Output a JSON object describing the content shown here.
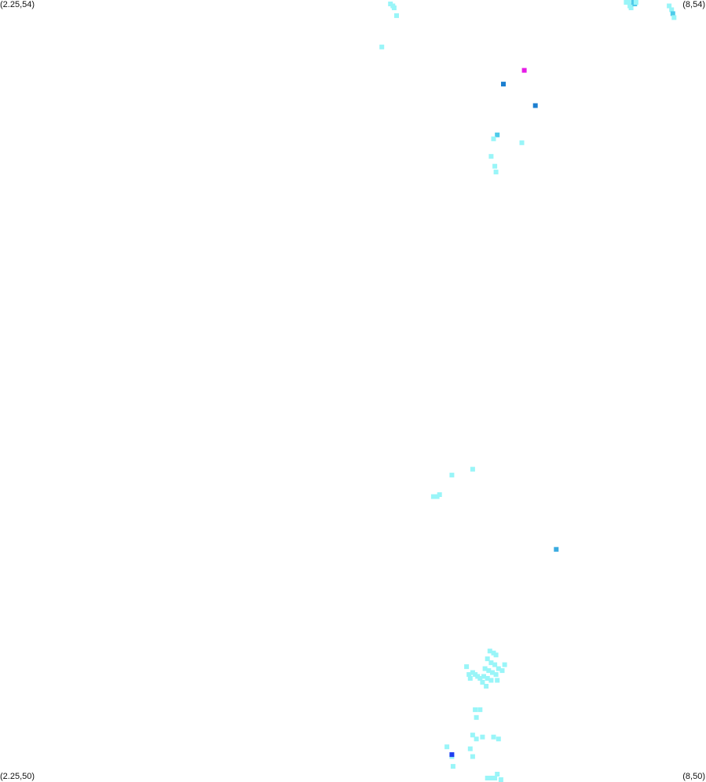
{
  "corners": {
    "top_left": "(2.25,54)",
    "top_right": "(8,54)",
    "bottom_left": "(2.25,50)",
    "bottom_right": "(8,50)"
  },
  "chart_data": {
    "type": "scatter",
    "xlim": [
      2.25,
      8
    ],
    "ylim": [
      50,
      54
    ],
    "grid": false,
    "colors": {
      "light": "#99f5f8",
      "medium": "#4ecbea",
      "mid_blue": "#3aabe0",
      "blue": "#1c7fd0",
      "dark_blue": "#1e3ff0",
      "magenta": "#e61ce6"
    },
    "points": [
      {
        "x": 5.43,
        "y": 53.98,
        "c": "light"
      },
      {
        "x": 5.45,
        "y": 53.97,
        "c": "light"
      },
      {
        "x": 5.46,
        "y": 53.96,
        "c": "light"
      },
      {
        "x": 5.48,
        "y": 53.92,
        "c": "light"
      },
      {
        "x": 5.36,
        "y": 53.76,
        "c": "light"
      },
      {
        "x": 7.35,
        "y": 53.99,
        "c": "light"
      },
      {
        "x": 7.37,
        "y": 53.99,
        "c": "light"
      },
      {
        "x": 7.38,
        "y": 53.97,
        "c": "light"
      },
      {
        "x": 7.39,
        "y": 53.96,
        "c": "light"
      },
      {
        "x": 7.41,
        "y": 53.99,
        "c": "medium"
      },
      {
        "x": 7.42,
        "y": 53.98,
        "c": "medium"
      },
      {
        "x": 7.43,
        "y": 53.99,
        "c": "light"
      },
      {
        "x": 7.7,
        "y": 53.97,
        "c": "light"
      },
      {
        "x": 7.72,
        "y": 53.95,
        "c": "light"
      },
      {
        "x": 7.73,
        "y": 53.93,
        "c": "medium"
      },
      {
        "x": 7.74,
        "y": 53.91,
        "c": "light"
      },
      {
        "x": 6.52,
        "y": 53.64,
        "c": "magenta"
      },
      {
        "x": 6.35,
        "y": 53.57,
        "c": "blue"
      },
      {
        "x": 6.61,
        "y": 53.46,
        "c": "blue"
      },
      {
        "x": 6.3,
        "y": 53.31,
        "c": "medium"
      },
      {
        "x": 6.27,
        "y": 53.29,
        "c": "light"
      },
      {
        "x": 6.5,
        "y": 53.27,
        "c": "light"
      },
      {
        "x": 6.25,
        "y": 53.2,
        "c": "light"
      },
      {
        "x": 6.28,
        "y": 53.15,
        "c": "light"
      },
      {
        "x": 6.29,
        "y": 53.12,
        "c": "light"
      },
      {
        "x": 5.93,
        "y": 51.57,
        "c": "light"
      },
      {
        "x": 6.1,
        "y": 51.6,
        "c": "light"
      },
      {
        "x": 5.78,
        "y": 51.46,
        "c": "light"
      },
      {
        "x": 5.81,
        "y": 51.46,
        "c": "light"
      },
      {
        "x": 5.83,
        "y": 51.47,
        "c": "light"
      },
      {
        "x": 6.78,
        "y": 51.19,
        "c": "mid_blue"
      },
      {
        "x": 6.24,
        "y": 50.67,
        "c": "light"
      },
      {
        "x": 6.27,
        "y": 50.66,
        "c": "light"
      },
      {
        "x": 6.29,
        "y": 50.65,
        "c": "light"
      },
      {
        "x": 6.22,
        "y": 50.63,
        "c": "light"
      },
      {
        "x": 6.25,
        "y": 50.61,
        "c": "light"
      },
      {
        "x": 6.28,
        "y": 50.6,
        "c": "light"
      },
      {
        "x": 6.2,
        "y": 50.58,
        "c": "light"
      },
      {
        "x": 6.23,
        "y": 50.57,
        "c": "light"
      },
      {
        "x": 6.26,
        "y": 50.56,
        "c": "light"
      },
      {
        "x": 6.29,
        "y": 50.55,
        "c": "light"
      },
      {
        "x": 6.31,
        "y": 50.58,
        "c": "light"
      },
      {
        "x": 6.19,
        "y": 50.54,
        "c": "light"
      },
      {
        "x": 6.22,
        "y": 50.53,
        "c": "light"
      },
      {
        "x": 6.25,
        "y": 50.52,
        "c": "light"
      },
      {
        "x": 6.34,
        "y": 50.57,
        "c": "light"
      },
      {
        "x": 6.36,
        "y": 50.6,
        "c": "light"
      },
      {
        "x": 6.05,
        "y": 50.59,
        "c": "light"
      },
      {
        "x": 6.07,
        "y": 50.55,
        "c": "light"
      },
      {
        "x": 6.1,
        "y": 50.56,
        "c": "light"
      },
      {
        "x": 6.12,
        "y": 50.55,
        "c": "light"
      },
      {
        "x": 6.14,
        "y": 50.54,
        "c": "light"
      },
      {
        "x": 6.16,
        "y": 50.53,
        "c": "light"
      },
      {
        "x": 6.08,
        "y": 50.53,
        "c": "light"
      },
      {
        "x": 6.18,
        "y": 50.51,
        "c": "light"
      },
      {
        "x": 6.3,
        "y": 50.52,
        "c": "light"
      },
      {
        "x": 6.21,
        "y": 50.49,
        "c": "light"
      },
      {
        "x": 6.12,
        "y": 50.37,
        "c": "light"
      },
      {
        "x": 6.16,
        "y": 50.37,
        "c": "light"
      },
      {
        "x": 6.13,
        "y": 50.33,
        "c": "light"
      },
      {
        "x": 6.1,
        "y": 50.24,
        "c": "light"
      },
      {
        "x": 6.13,
        "y": 50.22,
        "c": "light"
      },
      {
        "x": 6.18,
        "y": 50.23,
        "c": "light"
      },
      {
        "x": 6.27,
        "y": 50.23,
        "c": "light"
      },
      {
        "x": 6.31,
        "y": 50.22,
        "c": "light"
      },
      {
        "x": 5.89,
        "y": 50.18,
        "c": "light"
      },
      {
        "x": 6.08,
        "y": 50.17,
        "c": "light"
      },
      {
        "x": 6.1,
        "y": 50.13,
        "c": "light"
      },
      {
        "x": 5.93,
        "y": 50.13,
        "c": "light"
      },
      {
        "x": 5.94,
        "y": 50.08,
        "c": "light"
      },
      {
        "x": 5.93,
        "y": 50.14,
        "c": "dark_blue"
      },
      {
        "x": 6.22,
        "y": 50.02,
        "c": "light"
      },
      {
        "x": 6.25,
        "y": 50.02,
        "c": "light"
      },
      {
        "x": 6.28,
        "y": 50.02,
        "c": "light"
      },
      {
        "x": 6.3,
        "y": 50.04,
        "c": "light"
      },
      {
        "x": 6.33,
        "y": 50.01,
        "c": "light"
      }
    ]
  }
}
